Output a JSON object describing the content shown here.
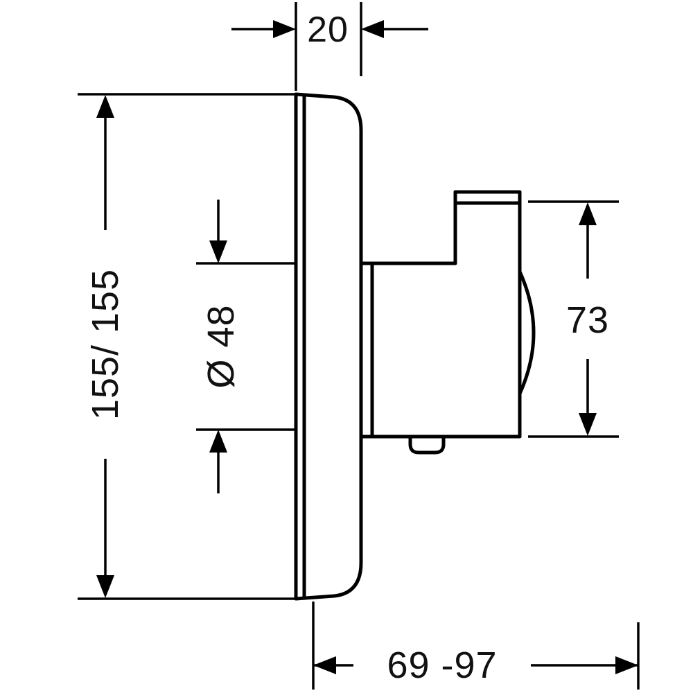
{
  "diagram": {
    "type": "technical-dimension-drawing",
    "subject": "concealed-thermostat-valve-side-view",
    "colors": {
      "line": "#000000",
      "text": "#111111",
      "background": "#ffffff"
    },
    "dimensions": {
      "plate_thickness": {
        "label": "20",
        "orientation": "horizontal",
        "position": "top"
      },
      "plate_size": {
        "label": "155/ 155",
        "orientation": "vertical",
        "position": "left"
      },
      "cartridge_diameter": {
        "label": "Ø 48",
        "orientation": "vertical",
        "position": "middle-left"
      },
      "body_height": {
        "label": "73",
        "orientation": "horizontal",
        "position": "right"
      },
      "installation_depth": {
        "label": "69 -97",
        "orientation": "horizontal",
        "position": "bottom"
      }
    }
  }
}
